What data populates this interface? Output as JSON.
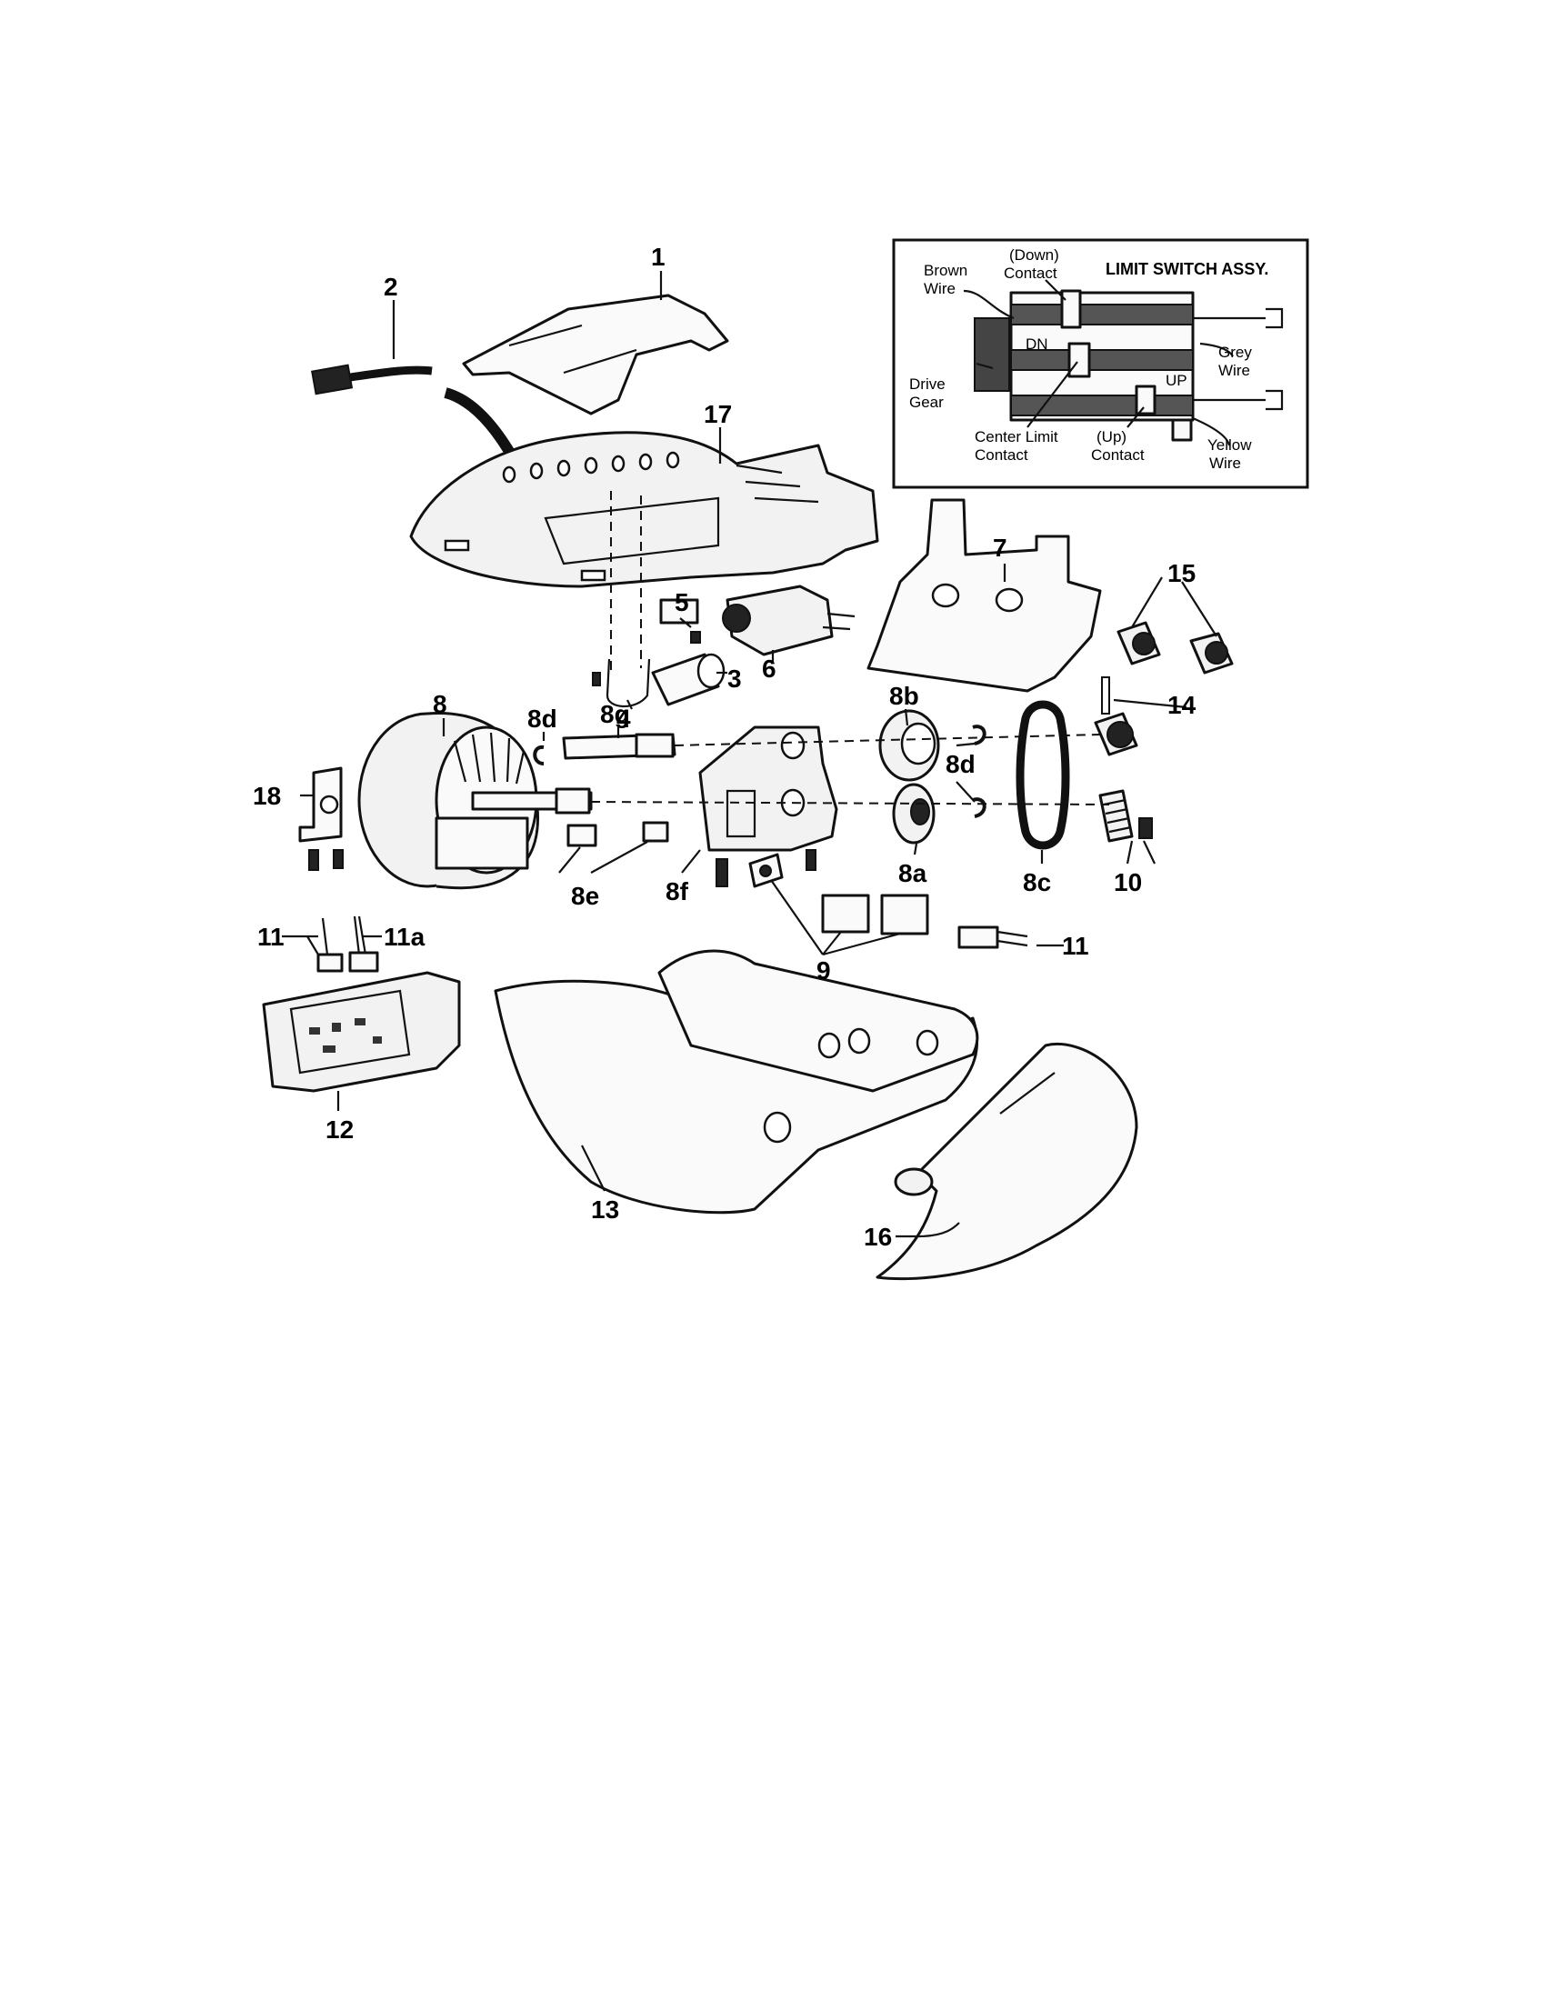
{
  "callouts": {
    "p1": "1",
    "p2": "2",
    "p3": "3",
    "p4": "4",
    "p5": "5",
    "p6": "6",
    "p7": "7",
    "p8": "8",
    "p8a": "8a",
    "p8b": "8b",
    "p8c": "8c",
    "p8d_left": "8d",
    "p8d_right": "8d",
    "p8e": "8e",
    "p8f": "8f",
    "p8g": "8g",
    "p9": "9",
    "p10": "10",
    "p11_left": "11",
    "p11a": "11a",
    "p11_right": "11",
    "p12": "12",
    "p13": "13",
    "p14": "14",
    "p15": "15",
    "p16": "16",
    "p17": "17",
    "p18": "18"
  },
  "limit_switch": {
    "title": "LIMIT SWITCH ASSY.",
    "brown_wire_1": "Brown",
    "brown_wire_2": "Wire",
    "down_contact_1": "(Down)",
    "down_contact_2": "Contact",
    "grey_wire_1": "Grey",
    "grey_wire_2": "Wire",
    "drive_gear_1": "Drive",
    "drive_gear_2": "Gear",
    "center_limit_1": "Center Limit",
    "center_limit_2": "Contact",
    "up_contact_1": "(Up)",
    "up_contact_2": "Contact",
    "yellow_wire_1": "Yellow",
    "yellow_wire_2": "Wire",
    "mark_dn": "DN",
    "mark_up": "UP"
  }
}
